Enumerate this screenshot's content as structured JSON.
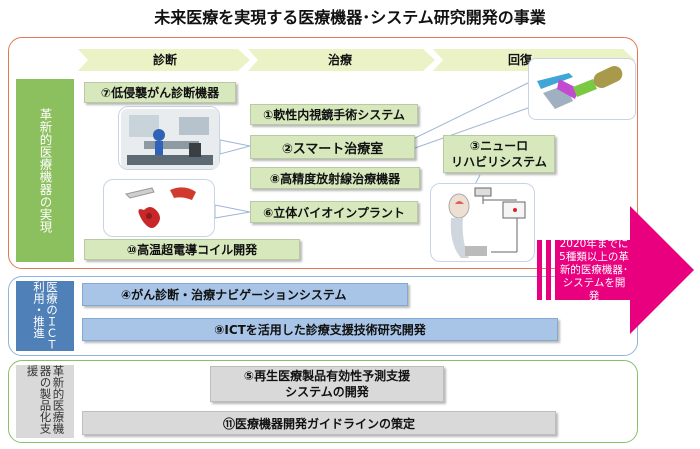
{
  "title": "未来医療を実現する医療機器･システム研究開発の事業",
  "phases": [
    "診断",
    "治療",
    "回復"
  ],
  "sections": {
    "innovation": "革新的医療機器の実現",
    "ict": "医療のＩＣＴ利用・推進",
    "support": "革新的医療機器の製品化支援"
  },
  "projects": {
    "p7": "⑦低侵襲がん診断機器",
    "p1": "①軟性内視鏡手術システム",
    "p2": "②スマート治療室",
    "p3": "③ニューロ\nリハビリシステム",
    "p8": "⑧高精度放射線治療機器",
    "p6": "⑥立体バイオインプラント",
    "p10": "⑩高温超電導コイル開発",
    "p4": "④がん診断・治療ナビゲーションシステム",
    "p9": "⑨ICTを活用した診療支援技術研究開発",
    "p5": "⑤再生医療製品有効性予測支援\nシステムの開発",
    "p11": "⑪医療機器開発ガイドラインの策定"
  },
  "goal_text": "2020年までに5種類以上の革新的医療機器･システムを開発",
  "colors": {
    "innovation_border": "#e07a55",
    "innovation_label": "#8cc05f",
    "ict_label": "#4f80b8",
    "support_label": "#d9d9d9",
    "goal_arrow": "#e8007e"
  }
}
